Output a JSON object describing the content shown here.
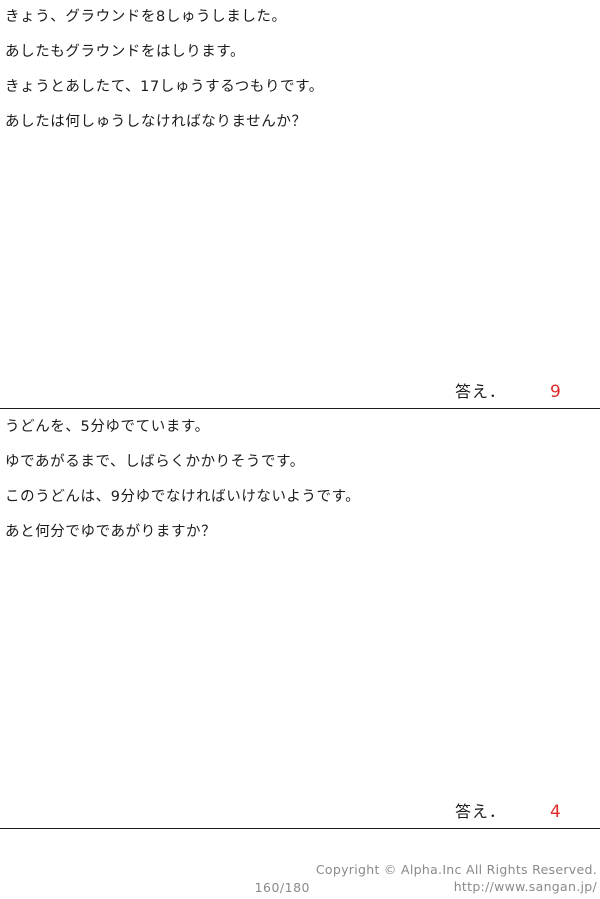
{
  "problems": [
    {
      "lines": [
        "きょう、グラウンドを8しゅうしました。",
        "あしたもグラウンドをはしります。",
        "きょうとあしたて、17しゅうするつもりです。",
        "あしたは何しゅうしなければなりませんか？"
      ],
      "answer_label": "答え．",
      "answer_value": "9"
    },
    {
      "lines": [
        "うどんを、5分ゆでています。",
        "ゆであがるまで、しばらくかかりそうです。",
        "このうどんは、9分ゆでなければいけないようです。",
        "あと何分でゆであがりますか？"
      ],
      "answer_label": "答え．",
      "answer_value": "4"
    }
  ],
  "footer": {
    "page": "160/180",
    "copyright": "Copyright ©  Alpha.Inc All Rights Reserved.",
    "url": "http://www.sangan.jp/"
  },
  "colors": {
    "answer_red": "#e02b2b",
    "text": "#1b1b1b",
    "footer_gray": "#8a8a8a",
    "rule": "#1a1a1a"
  }
}
